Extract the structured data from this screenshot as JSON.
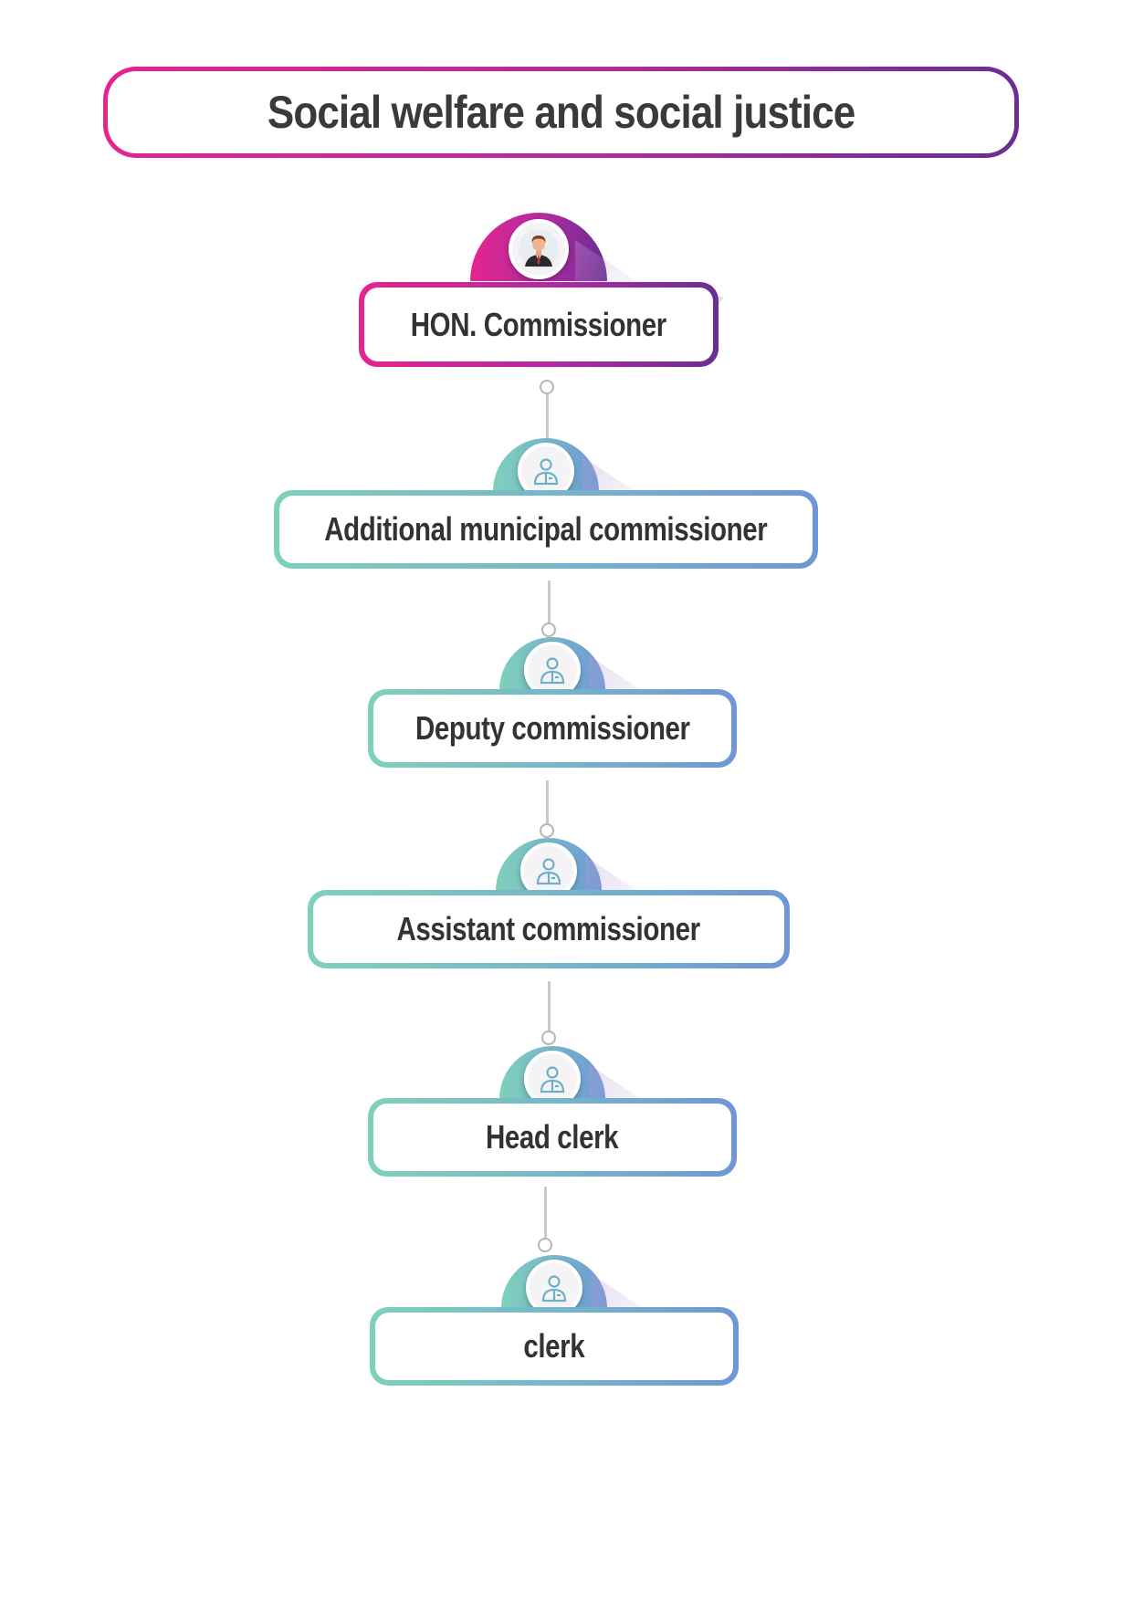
{
  "title": "Social welfare and social justice",
  "nodes": [
    {
      "label": "HON. Commissioner",
      "icon": "businessman-avatar-icon"
    },
    {
      "label": "Additional municipal commissioner",
      "icon": "person-icon"
    },
    {
      "label": "Deputy commissioner",
      "icon": "person-icon"
    },
    {
      "label": "Assistant commissioner",
      "icon": "person-icon"
    },
    {
      "label": "Head clerk",
      "icon": "person-icon"
    },
    {
      "label": "clerk",
      "icon": "person-icon"
    }
  ],
  "colors": {
    "primary_gradient": [
      "#e4258f",
      "#b02aa0",
      "#6a2e93"
    ],
    "secondary_gradient": [
      "#7fd0bb",
      "#76b7c9",
      "#6f96d6"
    ],
    "text": "#333333"
  }
}
